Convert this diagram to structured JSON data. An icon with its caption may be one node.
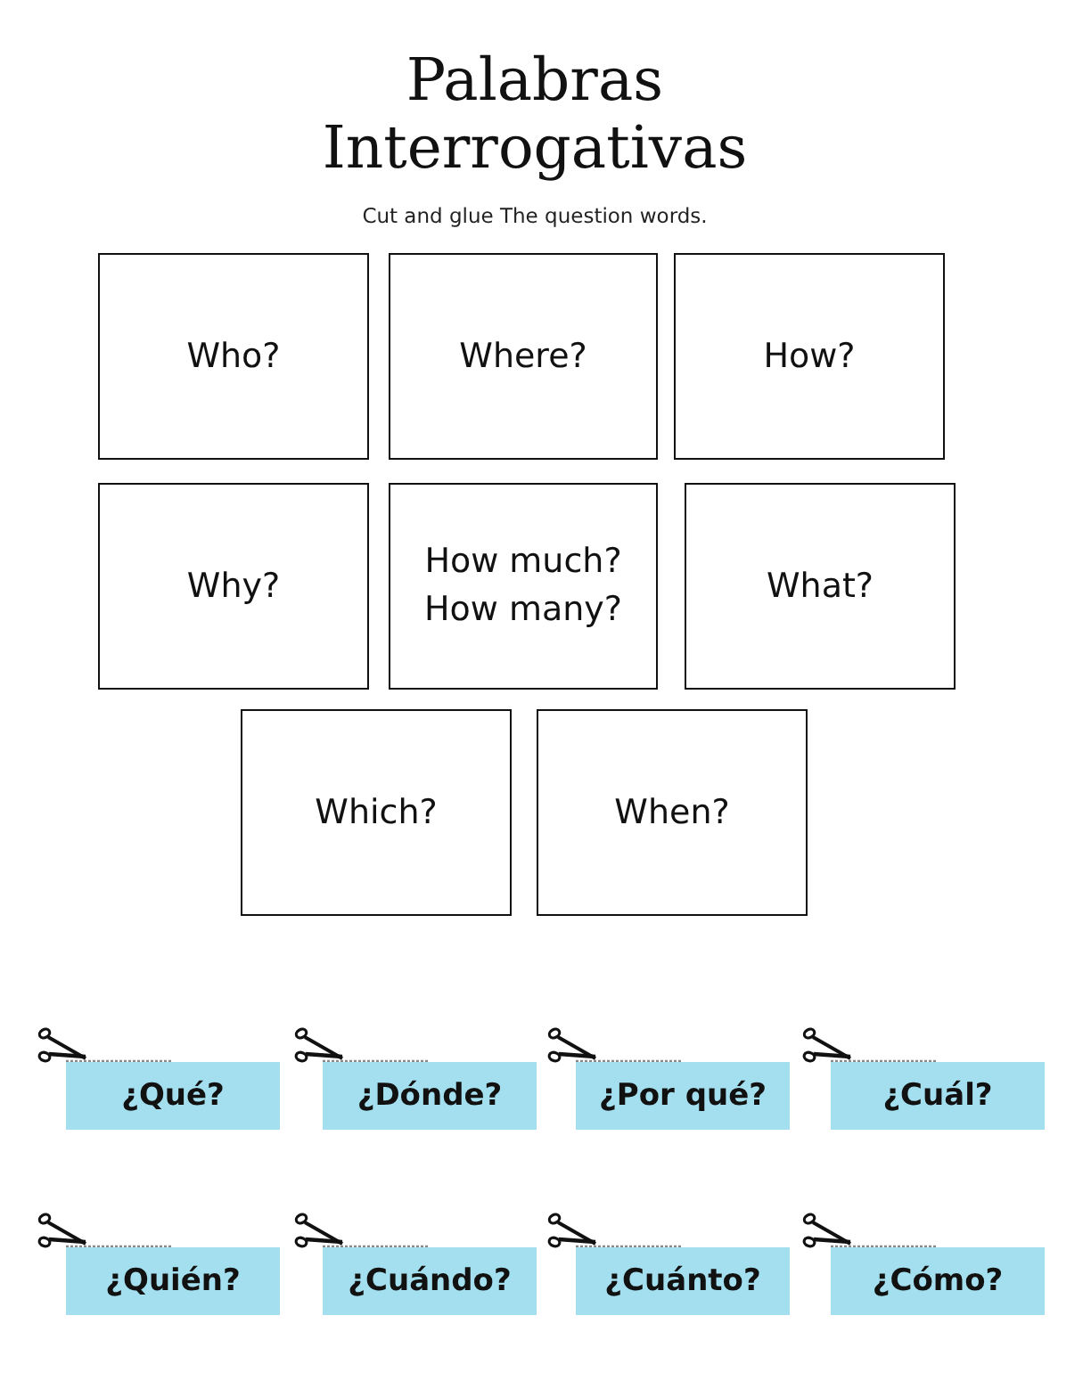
{
  "diagram": {
    "title": "Palabras Interrogativas",
    "nodes": [
      {
        "text": [
          "Who?"
        ]
      },
      {
        "text": [
          "Where?"
        ]
      },
      {
        "text": [
          "How?"
        ]
      },
      {
        "text": [
          "Why?"
        ]
      },
      {
        "text": [
          "How much? How many?"
        ]
      },
      {
        "text": [
          "What?"
        ]
      },
      {
        "text": [
          "Which?"
        ]
      },
      {
        "text": [
          "When?"
        ]
      },
      {
        "text": [
          "¿Qué?"
        ]
      },
      {
        "text": [
          "¿Dónde?"
        ]
      },
      {
        "text": [
          "¿Por qué?"
        ]
      },
      {
        "text": [
          "¿Cuál?"
        ]
      },
      {
        "text": [
          "¿Quién?"
        ]
      },
      {
        "text": [
          "¿Cuándo?"
        ]
      },
      {
        "text": [
          "¿Cuánto?"
        ]
      },
      {
        "text": [
          "¿Cómo?"
        ]
      }
    ],
    "edges": [],
    "labels": [
      "Cut and glue The question words."
    ]
  }
}
